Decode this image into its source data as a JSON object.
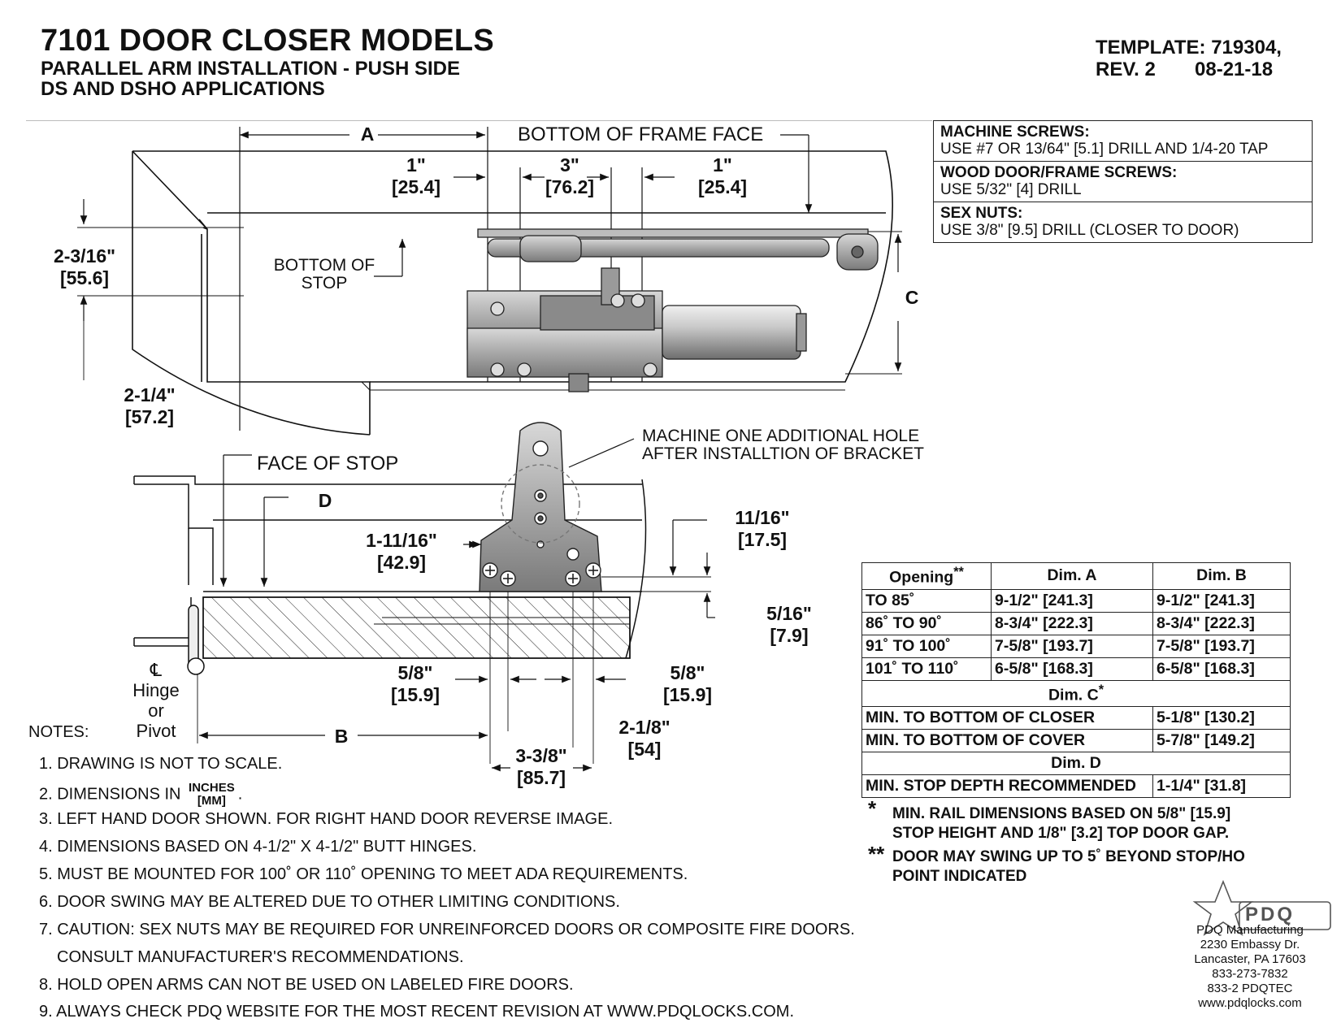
{
  "header": {
    "title": "7101 DOOR CLOSER MODELS",
    "subtitle1": "PARALLEL ARM INSTALLATION - PUSH SIDE",
    "subtitle2": "DS AND DSHO APPLICATIONS",
    "template": "TEMPLATE: 719304,",
    "rev": "REV. 2",
    "date": "08-21-18"
  },
  "screws": [
    {
      "heading": "MACHINE SCREWS:",
      "text": "USE #7 OR 13/64\" [5.1] DRILL AND 1/4-20 TAP"
    },
    {
      "heading": "WOOD DOOR/FRAME SCREWS:",
      "text": "USE 5/32\" [4] DRILL"
    },
    {
      "heading": "SEX NUTS:",
      "text": "USE 3/8\" [9.5] DRILL (CLOSER TO DOOR)"
    }
  ],
  "drawing_top": {
    "label_a": "A",
    "frame_face": "BOTTOM OF FRAME FACE",
    "dim_1in_left": "1\"",
    "dim_1in_left_mm": "[25.4]",
    "dim_3in": "3\"",
    "dim_3in_mm": "[76.2]",
    "dim_1in_right": "1\"",
    "dim_1in_right_mm": "[25.4]",
    "dim_2_3_16": "2-3/16\"",
    "dim_2_3_16_mm": "[55.6]",
    "bottom_of_stop_1": "BOTTOM OF",
    "bottom_of_stop_2": "STOP",
    "label_c": "C",
    "dim_2_1_4": "2-1/4\"",
    "dim_2_1_4_mm": "[57.2]"
  },
  "drawing_bottom": {
    "face_of_stop": "FACE OF STOP",
    "machine_note_1": "MACHINE ONE ADDITIONAL HOLE",
    "machine_note_2": "AFTER INSTALLTION OF BRACKET",
    "label_d": "D",
    "dim_1_11_16": "1-11/16\"",
    "dim_1_11_16_mm": "[42.9]",
    "dim_11_16": "11/16\"",
    "dim_11_16_mm": "[17.5]",
    "dim_5_16": "5/16\"",
    "dim_5_16_mm": "[7.9]",
    "dim_5_8_left": "5/8\"",
    "dim_5_8_left_mm": "[15.9]",
    "dim_5_8_right": "5/8\"",
    "dim_5_8_right_mm": "[15.9]",
    "dim_2_1_8": "2-1/8\"",
    "dim_2_1_8_mm": "[54]",
    "dim_3_3_8": "3-3/8\"",
    "dim_3_3_8_mm": "[85.7]",
    "hinge_symbol": "℄",
    "hinge_1": "Hinge",
    "hinge_2": "or",
    "hinge_3": "Pivot",
    "label_b": "B"
  },
  "dim_table": {
    "col_opening": "Opening",
    "col_opening_mark": "**",
    "col_a": "Dim. A",
    "col_b": "Dim. B",
    "rows": [
      {
        "opening": "TO 85˚",
        "a": "9-1/2\" [241.3]",
        "b": "9-1/2\" [241.3]"
      },
      {
        "opening": "86˚ TO 90˚",
        "a": "8-3/4\" [222.3]",
        "b": "8-3/4\" [222.3]"
      },
      {
        "opening": "91˚ TO 100˚",
        "a": "7-5/8\" [193.7]",
        "b": "7-5/8\" [193.7]"
      },
      {
        "opening": "101˚ TO 110˚",
        "a": "6-5/8\" [168.3]",
        "b": "6-5/8\" [168.3]"
      }
    ],
    "dim_c_title": "Dim. C",
    "dim_c_mark": "*",
    "c_rows": [
      {
        "label": "MIN. TO BOTTOM OF CLOSER",
        "value": "5-1/8\" [130.2]"
      },
      {
        "label": "MIN. TO BOTTOM OF COVER",
        "value": "5-7/8\" [149.2]"
      }
    ],
    "dim_d_title": "Dim. D",
    "d_rows": [
      {
        "label": "MIN. STOP DEPTH RECOMMENDED",
        "value": "1-1/4\" [31.8]"
      }
    ]
  },
  "footnotes": [
    {
      "mark": "*",
      "line1": "MIN. RAIL DIMENSIONS BASED ON 5/8\" [15.9]",
      "line2": "STOP HEIGHT AND 1/8\" [3.2] TOP DOOR GAP."
    },
    {
      "mark": "**",
      "line1": "DOOR MAY SWING UP TO 5˚ BEYOND STOP/HO",
      "line2": "POINT INDICATED"
    }
  ],
  "notes": {
    "heading": "NOTES:",
    "items": [
      "1. DRAWING IS NOT TO SCALE.",
      "2. DIMENSIONS IN",
      "3. LEFT HAND DOOR SHOWN. FOR RIGHT HAND DOOR REVERSE IMAGE.",
      "4. DIMENSIONS BASED ON 4-1/2\" X 4-1/2\" BUTT HINGES.",
      "5. MUST BE MOUNTED FOR 100˚ OR 110˚ OPENING TO MEET ADA REQUIREMENTS.",
      "6. DOOR SWING MAY BE ALTERED DUE TO OTHER LIMITING CONDITIONS.",
      "7. CAUTION: SEX NUTS MAY BE REQUIRED FOR UNREINFORCED DOORS OR COMPOSITE FIRE DOORS.",
      "CONSULT MANUFACTURER'S RECOMMENDATIONS.",
      "8. HOLD OPEN ARMS CAN NOT BE USED ON LABELED FIRE DOORS.",
      "9. ALWAYS CHECK PDQ WEBSITE FOR THE MOST RECENT REVISION AT WWW.PDQLOCKS.COM."
    ],
    "units_top": "INCHES",
    "units_bottom": "[MM]",
    "units_dot": "."
  },
  "company": {
    "logo_text": "PDQ",
    "name": "PDQ Manufacturing",
    "street": "2230 Embassy Dr.",
    "city": "Lancaster, PA 17603",
    "phone": "833-273-7832",
    "phone_alt": "833-2 PDQTEC",
    "web": "www.pdqlocks.com"
  }
}
